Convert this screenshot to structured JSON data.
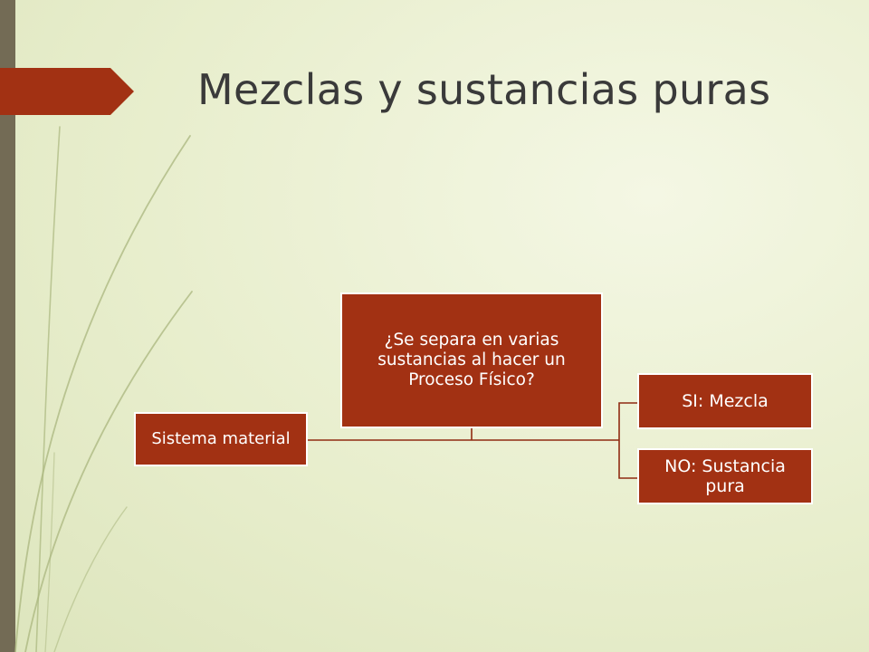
{
  "slide": {
    "title": "Mezclas y sustancias puras",
    "colors": {
      "accent": "#a23113",
      "left_bar": "#736b55",
      "background": "#e8eecd",
      "title_text": "#3a3a3a",
      "grass": "#a9b67d"
    }
  },
  "diagram": {
    "root": "Sistema material",
    "question": "¿Se separa en varias sustancias al hacer un Proceso Físico?",
    "answers": {
      "yes": "SI: Mezcla",
      "no": "NO: Sustancia pura"
    }
  }
}
